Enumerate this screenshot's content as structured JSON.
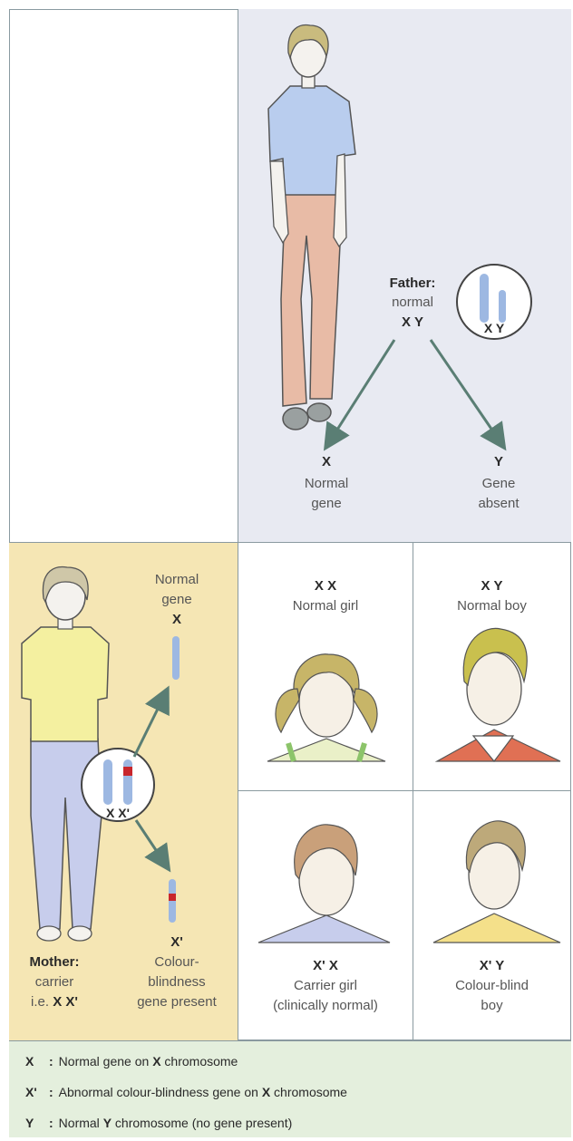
{
  "father": {
    "label": "Father:",
    "status": "normal",
    "genotype": "X Y",
    "chromosome_labels": "X Y",
    "left_gamete": {
      "symbol": "X",
      "line1": "Normal",
      "line2": "gene"
    },
    "right_gamete": {
      "symbol": "Y",
      "line1": "Gene",
      "line2": "absent"
    }
  },
  "mother": {
    "label": "Mother:",
    "status": "carrier",
    "genotype_prefix": "i.e.",
    "genotype": "X X'",
    "chromosome_labels": "X X'",
    "normal_gamete": {
      "line1": "Normal",
      "line2": "gene",
      "symbol": "X"
    },
    "abnormal_gamete": {
      "symbol": "X'",
      "line1": "Colour-",
      "line2": "blindness",
      "line3": "gene present"
    }
  },
  "offspring": [
    {
      "genotype": "X X",
      "line1": "Normal girl",
      "line2": ""
    },
    {
      "genotype": "X Y",
      "line1": "Normal boy",
      "line2": ""
    },
    {
      "genotype": "X' X",
      "line1": "Carrier girl",
      "line2": "(clinically normal)"
    },
    {
      "genotype": "X' Y",
      "line1": "Colour-blind",
      "line2": "boy"
    }
  ],
  "legend": [
    {
      "symbol": "X",
      "text_before": "Normal gene on ",
      "bold": "X",
      "text_after": " chromosome"
    },
    {
      "symbol": "X'",
      "text_before": "Abnormal colour-blindness gene on ",
      "bold": "X",
      "text_after": " chromosome"
    },
    {
      "symbol": "Y",
      "text_before": "Normal ",
      "bold": "Y",
      "text_after": " chromosome (no gene present)"
    }
  ],
  "colors": {
    "father_bg": "#e8eaf2",
    "mother_bg": "#f5e6b4",
    "legend_bg": "#e4efdd",
    "chromosome_blue": "#9db8e2",
    "defect_red": "#c8262c",
    "arrow_teal": "#5a7e74"
  }
}
